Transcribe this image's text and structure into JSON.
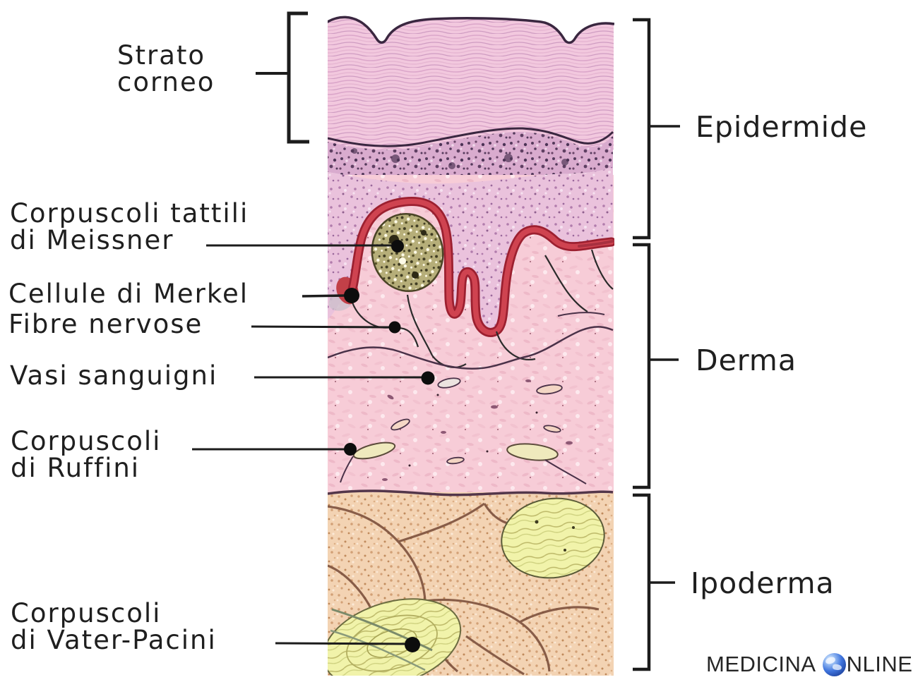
{
  "labels": {
    "left": {
      "strato_corneo_1": "Strato",
      "strato_corneo_2": "corneo",
      "meissner_1": "Corpuscoli tattili",
      "meissner_2": "di Meissner",
      "merkel": "Cellule di Merkel",
      "fibre_nervose": "Fibre nervose",
      "vasi_sanguigni": "Vasi sanguigni",
      "ruffini_1": "Corpuscoli",
      "ruffini_2": "di Ruffini",
      "vater_pacini_1": "Corpuscoli",
      "vater_pacini_2": "di Vater-Pacini"
    },
    "right": {
      "epidermide": "Epidermide",
      "derma": "Derma",
      "ipoderma": "Ipoderma"
    }
  },
  "watermark": {
    "prefix": "MEDICINA",
    "suffix": "NLINE",
    "o_icon": "globe-icon"
  },
  "colors": {
    "label_text": "#1f1f1f",
    "line_black": "#1c1c1c",
    "corneum_pink": "#f2c8de",
    "granular_purple": "#d9abce",
    "epidermis_pink": "#eac2dc",
    "dermis_pink": "#f7ccd7",
    "hypodermis_tan": "#f3d3b3",
    "basal_red": "#cf4350",
    "basal_red_dark": "#9c2030",
    "meissner_olive": "#b6ae79",
    "fat_yellow": "#f1f3aa",
    "septa_brown": "#7d513d",
    "globe_blue": "#2a5bd7",
    "watermark_text": "#262626"
  }
}
